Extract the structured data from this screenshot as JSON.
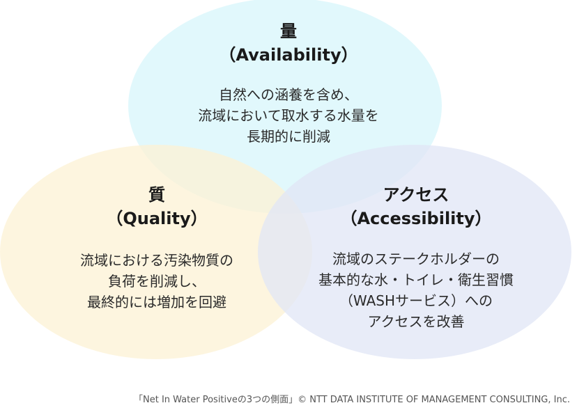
{
  "colors": {
    "availability": "#d7f5fb",
    "quality": "#fcf2d4",
    "accessibility": "#e0e6f6"
  },
  "availability": {
    "title": "量",
    "subtitle": "（Availability）",
    "lines": [
      "自然への涵養を含め、",
      "流域において取水する水量を",
      "長期的に削減"
    ]
  },
  "quality": {
    "title": "質",
    "subtitle": "（Quality）",
    "lines": [
      "流域における汚染物質の",
      "負荷を削減し、",
      "最終的には増加を回避"
    ]
  },
  "accessibility": {
    "title": "アクセス",
    "subtitle": "（Accessibility）",
    "lines": [
      "流域のステークホルダーの",
      "基本的な水・トイレ・衛生習慣",
      "（WASHサービス）への",
      "アクセスを改善"
    ]
  },
  "credit": "「Net In Water Positiveの3つの側面」© NTT DATA INSTITUTE OF MANAGEMENT CONSULTING, Inc."
}
